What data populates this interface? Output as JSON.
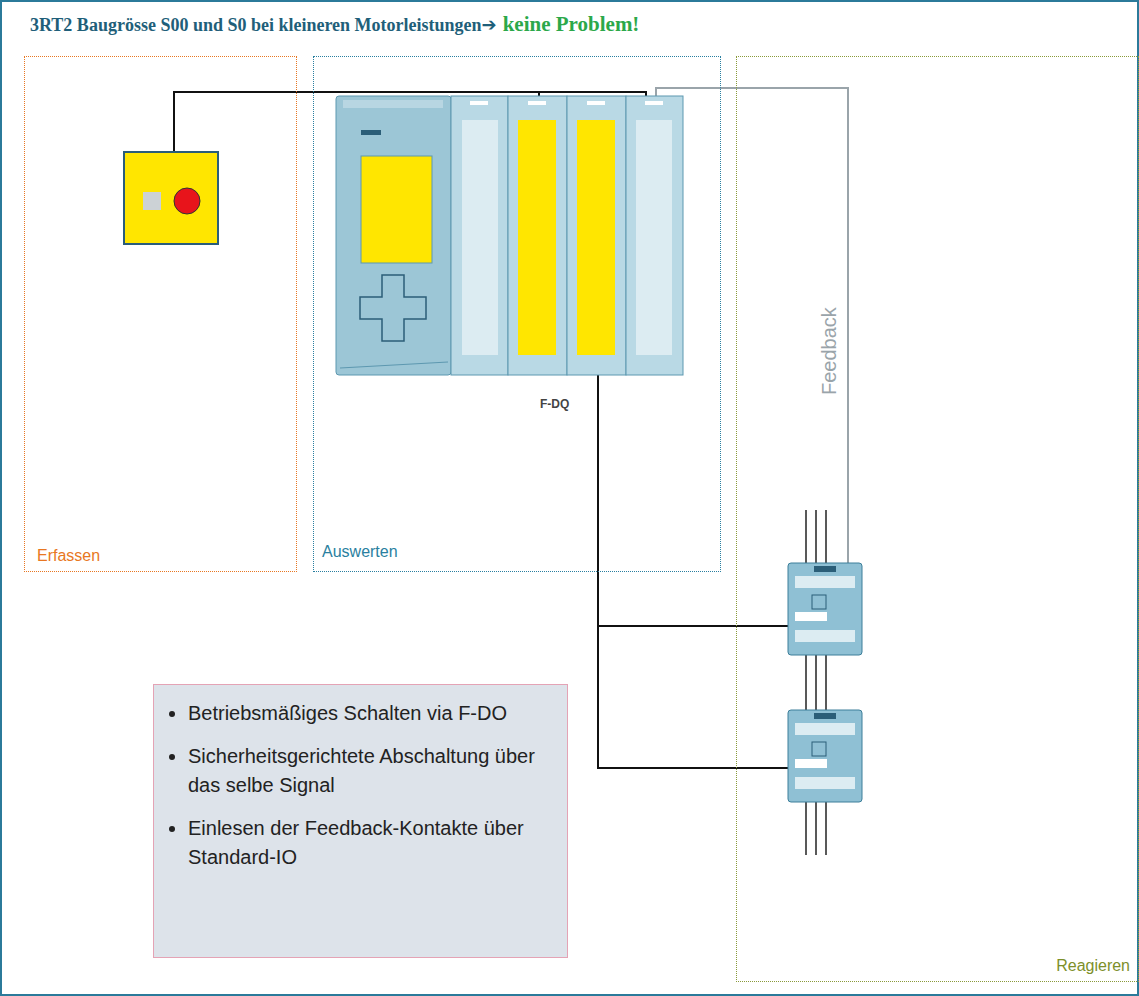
{
  "diagram": {
    "title": "3RT2 Baugrösse S00 und S0 bei kleineren Motorleistungen",
    "nodes": [
      {
        "text": [
          "Erfassen"
        ]
      },
      {
        "text": [
          "Auswerten"
        ]
      },
      {
        "text": [
          "Reagieren"
        ]
      },
      {
        "text": [
          "Betriebsmäßiges Schalten via F-DO",
          "Sicherheitsgerichtete Abschaltung über das selbe Signal",
          "Einlesen der Feedback-Kontakte über Standard-IO"
        ]
      }
    ],
    "labels": [
      "➔",
      "keine Problem!",
      "F-DQ",
      "Feedback"
    ]
  }
}
